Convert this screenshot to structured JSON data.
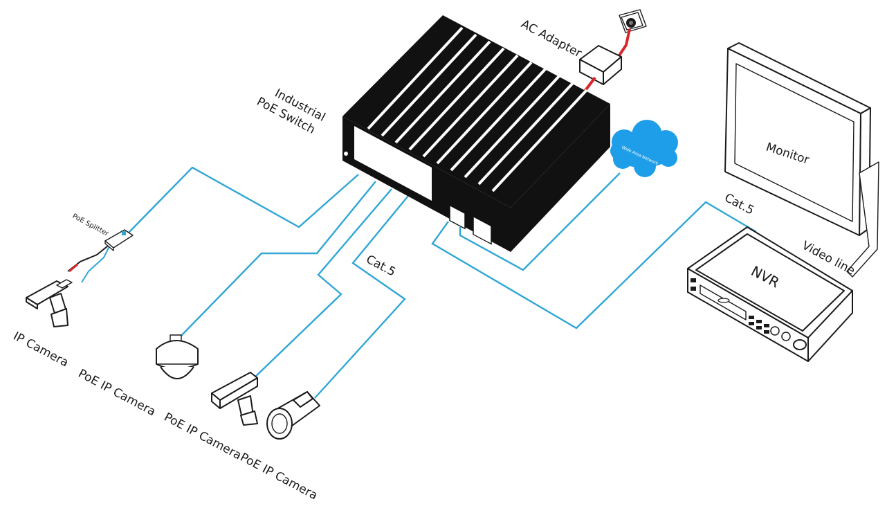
{
  "diagram": {
    "switch_label_line1": "Industrial",
    "switch_label_line2": "PoE Switch",
    "ac_adapter_label": "AC Adapter",
    "wan_label": "Wide Area Network",
    "monitor_label": "Monitor",
    "nvr_label": "NVR",
    "video_line_label": "Video line",
    "cat5_label_nvr": "Cat.5",
    "cat5_label_cameras": "Cat.5",
    "poe_splitter_label": "PoE Splitter",
    "ip_camera_label": "IP Camera",
    "poe_ip_camera_1_label": "PoE IP Camera",
    "poe_ip_camera_2_label": "PoE IP Camera",
    "poe_ip_camera_3_label": "PoE IP Camera"
  },
  "colors": {
    "cable": "#2fa6d6",
    "power_cable": "#d8262a",
    "cloud": "#1e9ee8",
    "device_outline": "#1a1a1a"
  }
}
